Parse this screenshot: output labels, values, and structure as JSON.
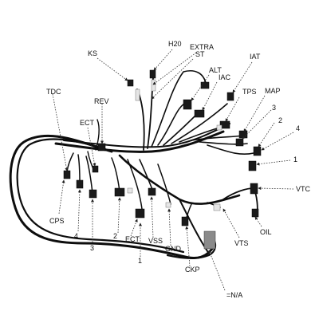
{
  "diagram": {
    "labels": {
      "ks": "KS",
      "h20": "H20",
      "extra": "EXTRA",
      "st": "ST",
      "iat": "IAT",
      "alt": "ALT",
      "iac": "IAC",
      "tps": "TPS",
      "map": "MAP",
      "tdc": "TDC",
      "rev": "REV",
      "ect_top": "ECT",
      "num3_right": "3",
      "num2_right": "2",
      "num4_right": "4",
      "num1_right": "1",
      "vtc": "VTC",
      "oil": "OIL",
      "vts": "VTS",
      "cps": "CPS",
      "num4_left": "4",
      "num3_left": "3",
      "num2_left": "2",
      "ect_bottom": "ECT",
      "vss": "VSS",
      "gnd": "GND",
      "num1_bottom": "1",
      "ckp": "CKP",
      "na": "=N/A"
    }
  }
}
